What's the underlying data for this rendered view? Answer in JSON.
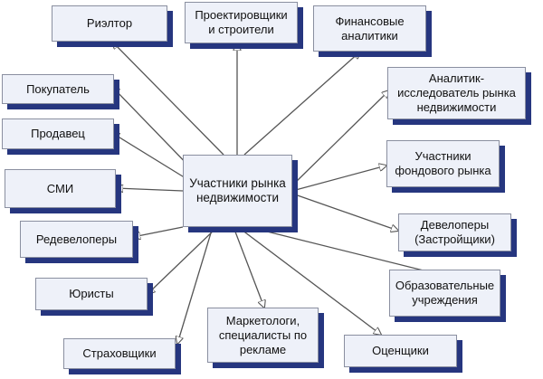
{
  "diagram": {
    "center": {
      "id": "center",
      "label": "Участники рынка\nнедвижимости"
    },
    "nodes": [
      {
        "id": "realtor",
        "label": "Риэлтор"
      },
      {
        "id": "designers",
        "label": "Проектировщики\nи строители"
      },
      {
        "id": "financial",
        "label": "Финансовые\nаналитики"
      },
      {
        "id": "buyer",
        "label": "Покупатель"
      },
      {
        "id": "research",
        "label": "Аналитик-\nисследователь рынка\nнедвижимости"
      },
      {
        "id": "seller",
        "label": "Продавец"
      },
      {
        "id": "stock",
        "label": "Участники\nфондового рынка"
      },
      {
        "id": "media",
        "label": "СМИ"
      },
      {
        "id": "developers",
        "label": "Девелоперы\n(Застройщики)"
      },
      {
        "id": "redevelopers",
        "label": "Редевелоперы"
      },
      {
        "id": "education",
        "label": "Образовательные\nучреждения"
      },
      {
        "id": "lawyers",
        "label": "Юристы"
      },
      {
        "id": "marketers",
        "label": "Маркетологи,\nспециалисты по\nрекламе"
      },
      {
        "id": "insurers",
        "label": "Страховщики"
      },
      {
        "id": "appraisers",
        "label": "Оценщики"
      }
    ],
    "colors": {
      "box_fill": "#eef1f9",
      "box_border": "#8a8fa0",
      "shadow": "#26367f",
      "line": "#555555",
      "arrow_fill": "#ffffff"
    }
  }
}
